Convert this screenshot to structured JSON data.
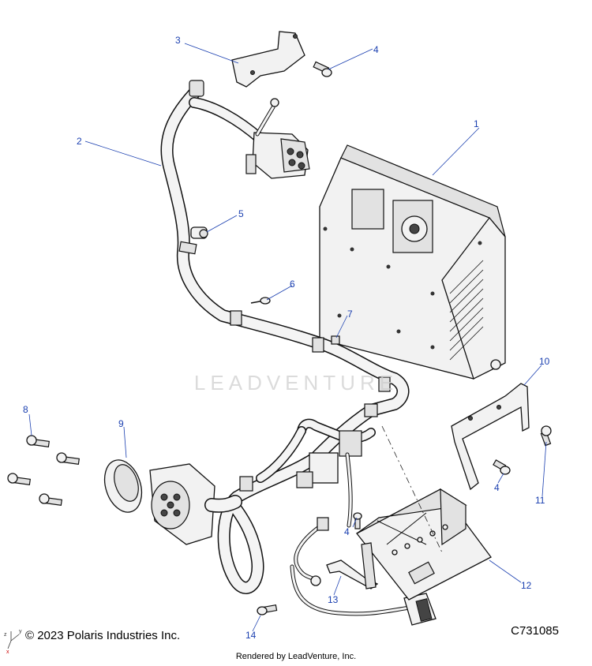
{
  "diagram": {
    "callouts": [
      "1",
      "2",
      "3",
      "4",
      "4",
      "4",
      "5",
      "6",
      "7",
      "8",
      "9",
      "10",
      "11",
      "12",
      "13",
      "14"
    ],
    "copyright": "© 2023 Polaris Industries Inc.",
    "drawing_number": "C731085",
    "rendered_by": "Rendered by LeadVenture, Inc.",
    "watermark": "LEADVENTURE",
    "axis_labels": [
      "z",
      "y",
      "x"
    ]
  }
}
